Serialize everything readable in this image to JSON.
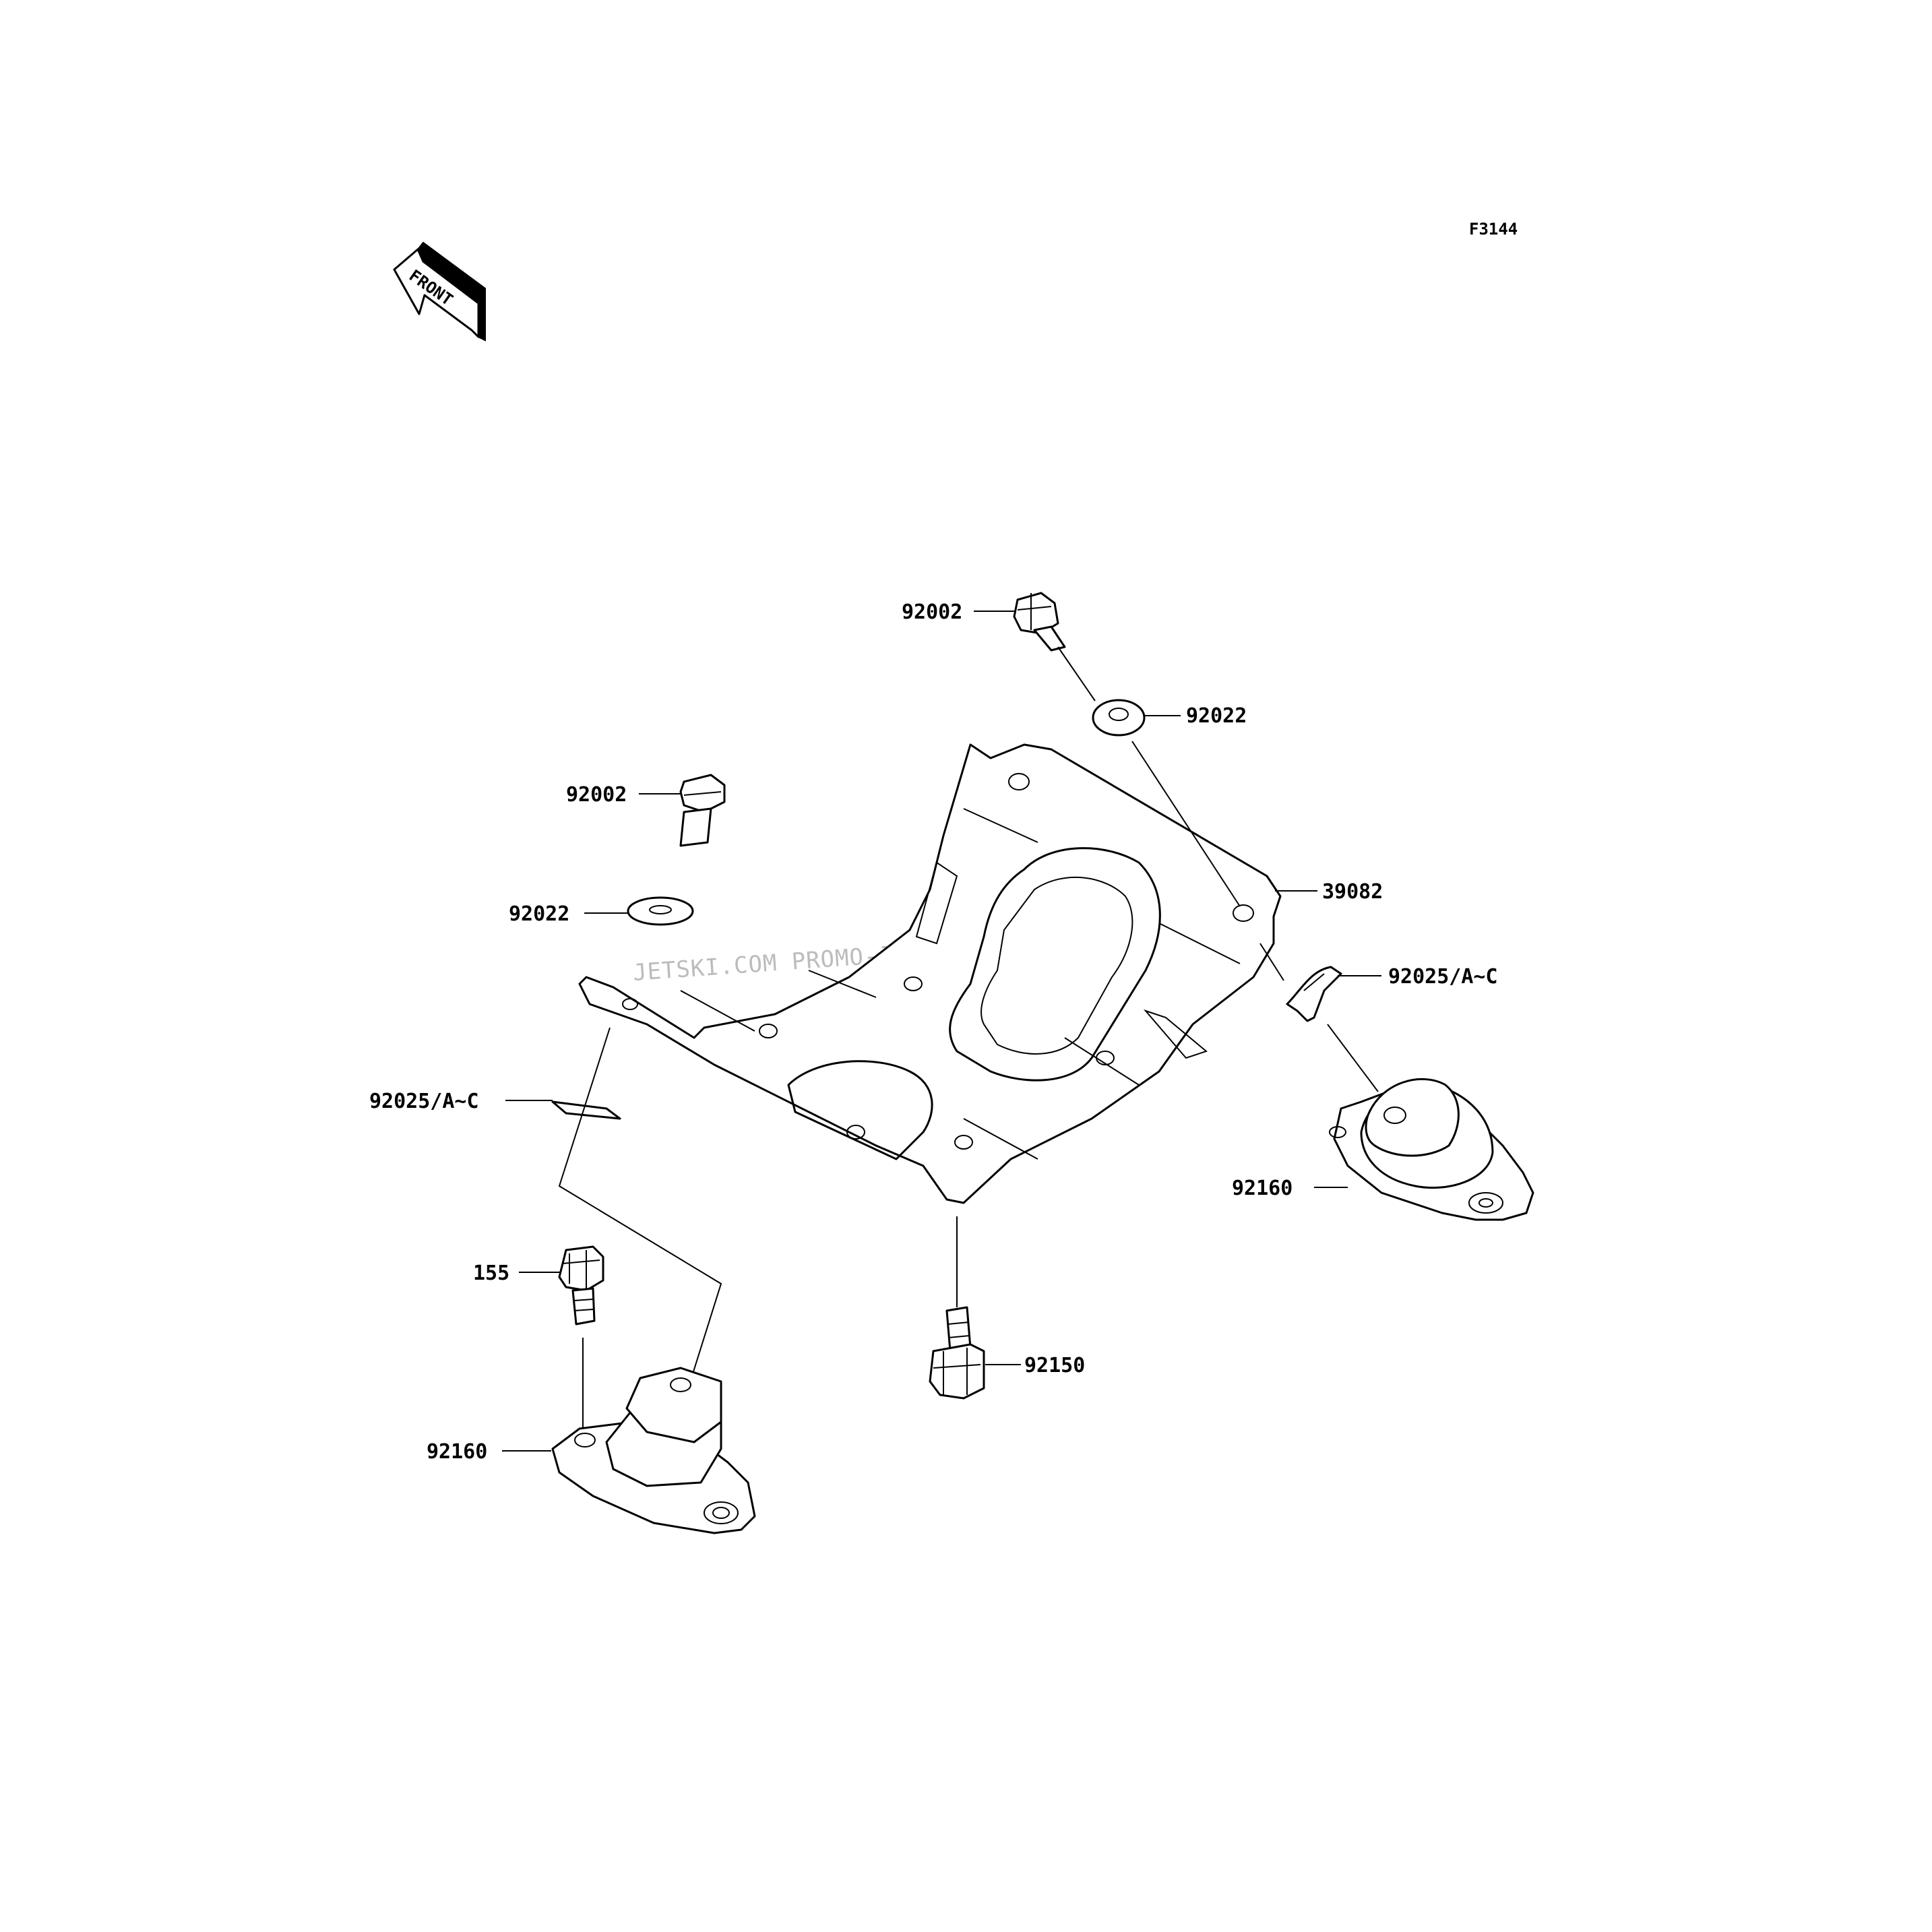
{
  "figure": {
    "code": "F3144",
    "front_arrow_label": "FRONT",
    "watermark": "JETSKI.COM  PROMO-JETSKI.COM  PROMO-JETSKI.COM"
  },
  "callouts": {
    "bolt_top": "92002",
    "washer_top": "92022",
    "bolt_left": "92002",
    "washer_left": "92022",
    "bed_plate": "39082",
    "shim_right": "92025/A~C",
    "shim_left": "92025/A~C",
    "mount_right": "92160",
    "bolt_bottom_left": "155",
    "bolt_bottom_center": "92150",
    "mount_left": "92160"
  },
  "colors": {
    "line": "#000000",
    "background": "#ffffff",
    "watermark": "#bcbcbc"
  }
}
